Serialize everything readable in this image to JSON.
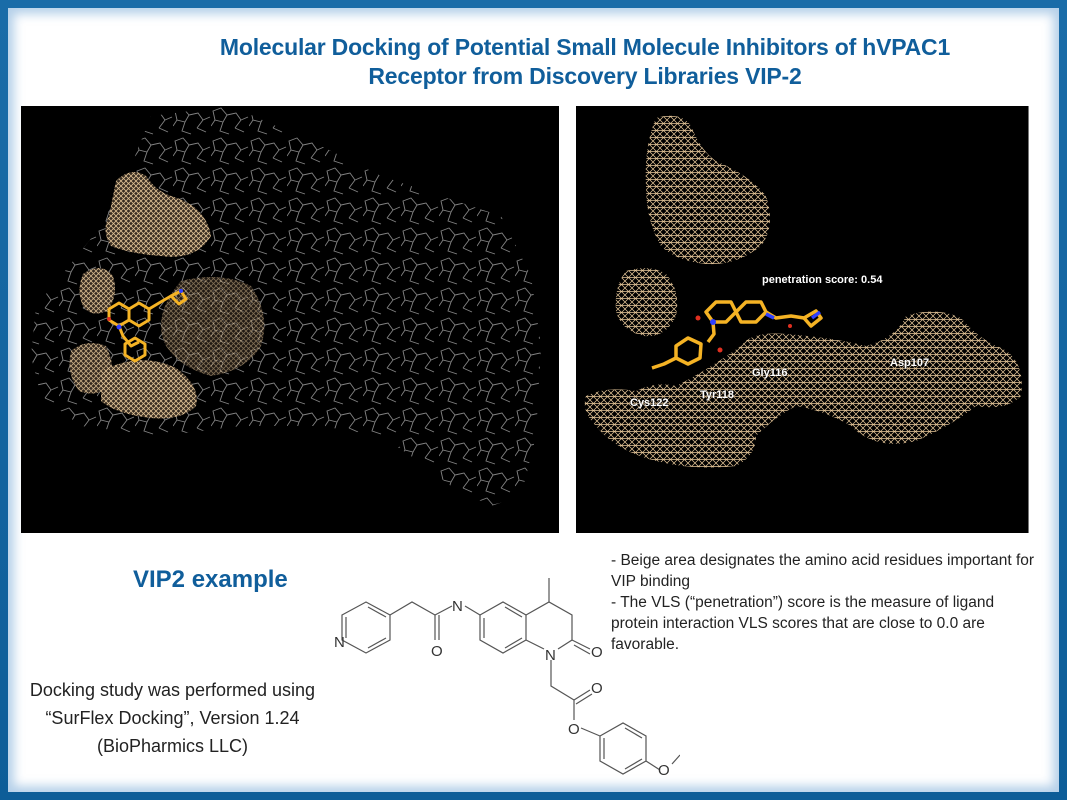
{
  "slide": {
    "title_line1": "Molecular Docking of Potential Small Molecule Inhibitors of hVPAC1",
    "title_line2": "Receptor from Discovery Libraries VIP-2",
    "colors": {
      "frame": "#0f63a0",
      "title": "#105e9b",
      "mesh": "#e8c89a",
      "protein": "#8a8a8a",
      "ligand_carbon": "#f5b324",
      "ligand_nitrogen": "#3040ff",
      "ligand_oxygen": "#e03020",
      "panel_bg": "#000000"
    }
  },
  "left_panel": {
    "description": "Protein backbone (grey wireframe) with beige binding-site meshes and docked ligand"
  },
  "right_panel": {
    "score_label": "penetration score: 0.54",
    "residues": [
      "Cys122",
      "Tyr118",
      "Gly116",
      "Asp107"
    ]
  },
  "example": {
    "heading": "VIP2 example",
    "credits": [
      "Docking study was performed using",
      "“SurFlex Docking”, Version 1.24",
      "(BioPharmics LLC)"
    ]
  },
  "structure": {
    "atom_labels": {
      "n_pyridine": "N",
      "n_amide": "N",
      "o_amide": "O",
      "n_lactam": "N",
      "o_lactam": "O",
      "o_carbonyl": "O",
      "o_ester": "O",
      "o_ether": "O"
    }
  },
  "notes": [
    "- Beige area designates the amino acid residues important for VIP binding",
    "- The VLS (“penetration”) score is the measure of ligand  protein interaction VLS scores that are close to 0.0 are favorable."
  ]
}
